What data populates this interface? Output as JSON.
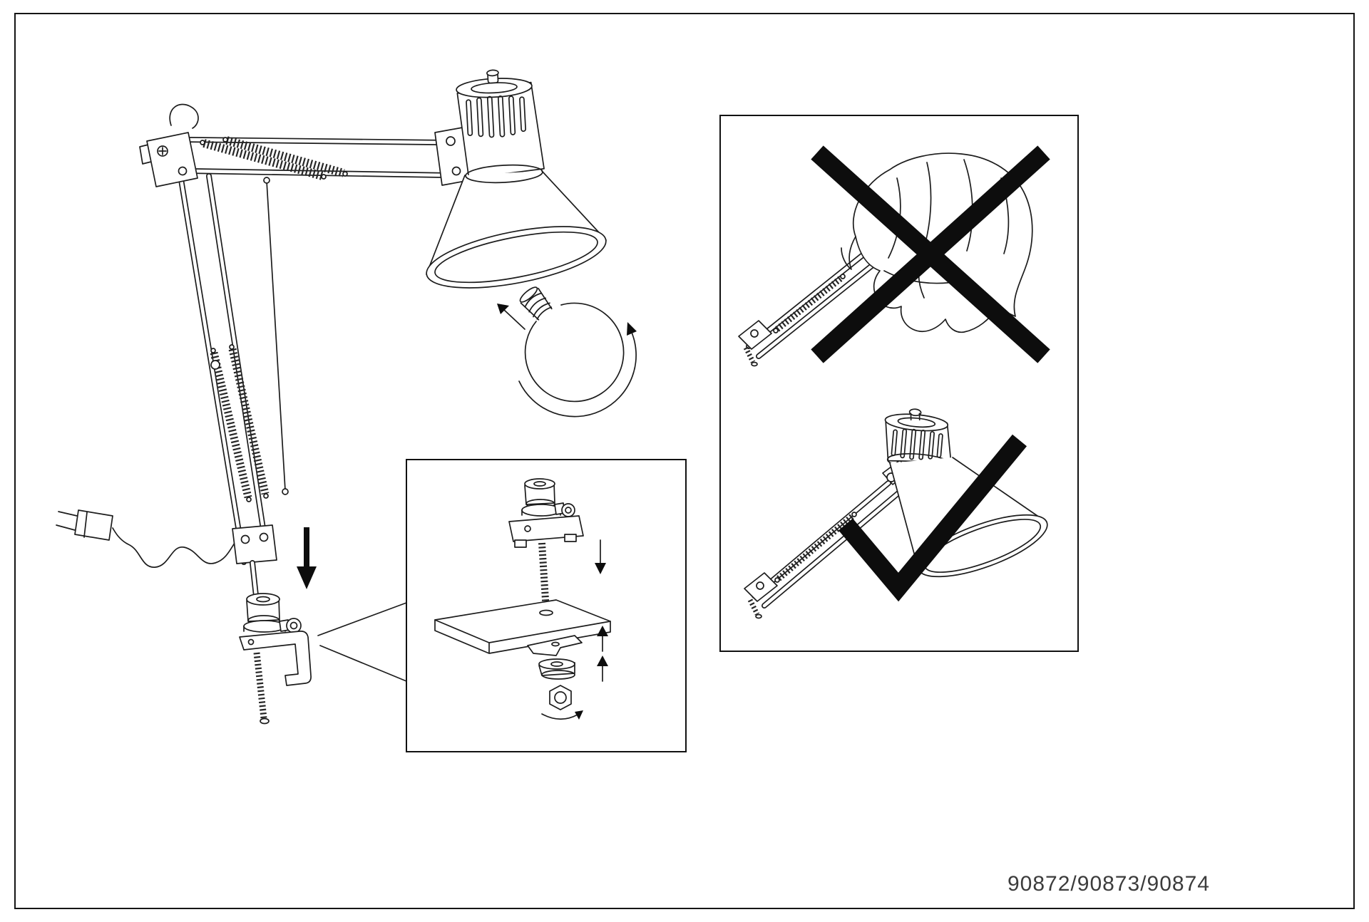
{
  "page": {
    "model_numbers": "90872/90873/90874"
  },
  "colors": {
    "background": "#ffffff",
    "line": "#1c1c1c",
    "mark": "#0d0d0d"
  },
  "illustrations": {
    "main_lamp": "articulated-swing-arm-desk-lamp",
    "bulb": "light-bulb-with-screw-in-rotation-arrow",
    "plug": "power-plug-with-coiled-cord",
    "clamp": "table-edge-clamp-base",
    "down_arrow": "insert-lamp-into-clamp-arrow",
    "inset_detail": "clamp-screw-through-table-exploded-view",
    "prohibited": "do-not-cover-lamp-with-cloth",
    "allowed": "correct-use-lamp-head-free"
  }
}
